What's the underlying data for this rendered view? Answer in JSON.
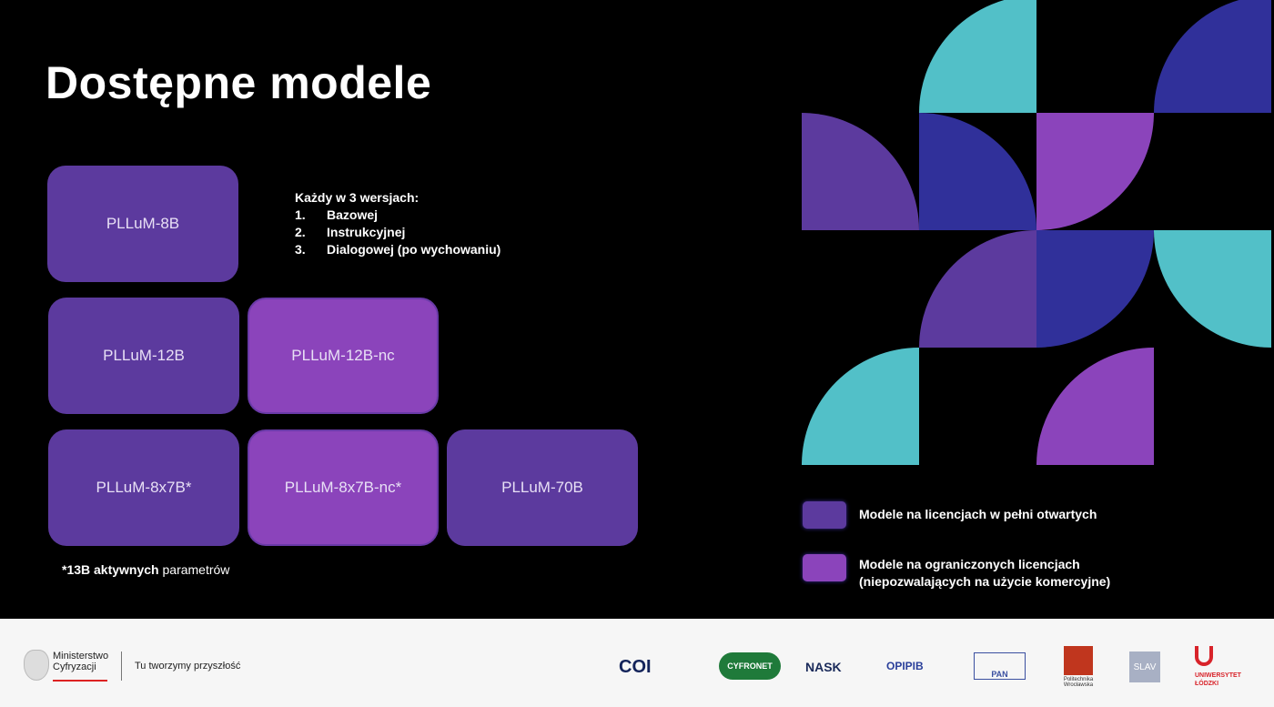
{
  "title": "Dostępne modele",
  "models": {
    "m8b": "PLLuM-8B",
    "m12b": "PLLuM-12B",
    "m12bnc": "PLLuM-12B-nc",
    "m8x7b": "PLLuM-8x7B*",
    "m8x7bnc": "PLLuM-8x7B-nc*",
    "m70b": "PLLuM-70B"
  },
  "versions": {
    "heading": "Każdy w 3 wersjach:",
    "items": [
      {
        "n": "1.",
        "label": "Bazowej"
      },
      {
        "n": "2.",
        "label": "Instrukcyjnej"
      },
      {
        "n": "3.",
        "label": "Dialogowej (po wychowaniu)"
      }
    ]
  },
  "note": {
    "bold": "*13B aktywnych",
    "light": "parametrów"
  },
  "legend": {
    "open": "Modele na licencjach w pełni otwartych",
    "restricted_line1": "Modele na ograniczonych licencjach",
    "restricted_line2": "(niepozwalających na użycie komercyjne)"
  },
  "colors": {
    "open": "#5c3a9e",
    "restricted": "#8b44bb",
    "cyan": "#52c0c8",
    "dark_blue": "#30309a"
  },
  "footer": {
    "ministry_line1": "Ministerstwo",
    "ministry_line2": "Cyfryzacji",
    "slogan": "Tu tworzymy przyszłość",
    "logos": [
      "COI",
      "CYFRONET",
      "NASK",
      "OPIPIB",
      "PAN",
      "Politechnika Wrocławska",
      "SLAV",
      "UNIWERSYTET ŁÓDZKI"
    ]
  }
}
